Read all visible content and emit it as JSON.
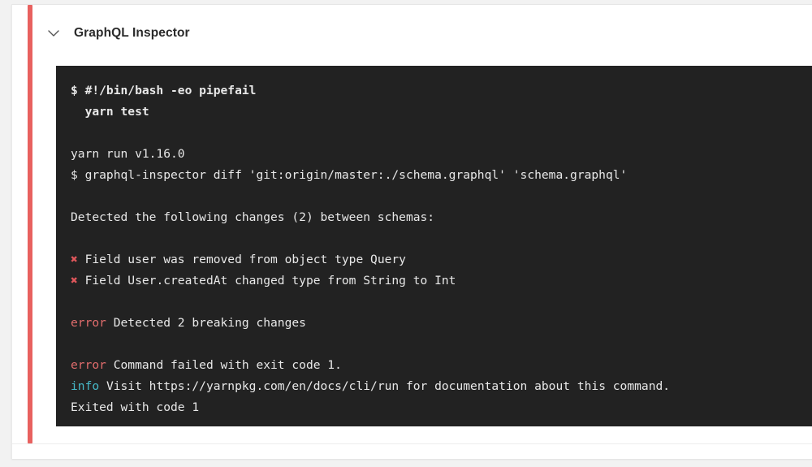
{
  "card": {
    "status_color": "#e8615f",
    "header": {
      "toggle_icon": "chevron-down-icon",
      "title": "GraphQL Inspector"
    }
  },
  "terminal": {
    "background_color": "#222222",
    "text_color": "#e8e8e8",
    "error_color": "#e06c6c",
    "info_color": "#46b9c9",
    "cross_color": "#e0575b",
    "lines": [
      {
        "kind": "bold",
        "segments": [
          {
            "style": "plain",
            "text": "$ #!/bin/bash -eo pipefail"
          }
        ]
      },
      {
        "kind": "bold",
        "segments": [
          {
            "style": "plain",
            "text": "  yarn test"
          }
        ]
      },
      {
        "kind": "blank",
        "segments": []
      },
      {
        "kind": "normal",
        "segments": [
          {
            "style": "plain",
            "text": "yarn run v1.16.0"
          }
        ]
      },
      {
        "kind": "normal",
        "segments": [
          {
            "style": "plain",
            "text": "$ graphql-inspector diff 'git:origin/master:./schema.graphql' 'schema.graphql'"
          }
        ]
      },
      {
        "kind": "blank",
        "segments": []
      },
      {
        "kind": "normal",
        "segments": [
          {
            "style": "plain",
            "text": "Detected the following changes (2) between schemas:"
          }
        ]
      },
      {
        "kind": "blank",
        "segments": []
      },
      {
        "kind": "normal",
        "segments": [
          {
            "style": "cross",
            "text": "✖"
          },
          {
            "style": "plain",
            "text": " Field user was removed from object type Query"
          }
        ]
      },
      {
        "kind": "normal",
        "segments": [
          {
            "style": "cross",
            "text": "✖"
          },
          {
            "style": "plain",
            "text": " Field User.createdAt changed type from String to Int"
          }
        ]
      },
      {
        "kind": "blank",
        "segments": []
      },
      {
        "kind": "normal",
        "segments": [
          {
            "style": "error",
            "text": "error"
          },
          {
            "style": "plain",
            "text": " Detected 2 breaking changes"
          }
        ]
      },
      {
        "kind": "blank",
        "segments": []
      },
      {
        "kind": "normal",
        "segments": [
          {
            "style": "error",
            "text": "error"
          },
          {
            "style": "plain",
            "text": " Command failed with exit code 1."
          }
        ]
      },
      {
        "kind": "normal",
        "segments": [
          {
            "style": "info",
            "text": "info"
          },
          {
            "style": "plain",
            "text": " Visit https://yarnpkg.com/en/docs/cli/run for documentation about this command."
          }
        ]
      },
      {
        "kind": "normal",
        "segments": [
          {
            "style": "plain",
            "text": "Exited with code 1"
          }
        ]
      }
    ]
  }
}
